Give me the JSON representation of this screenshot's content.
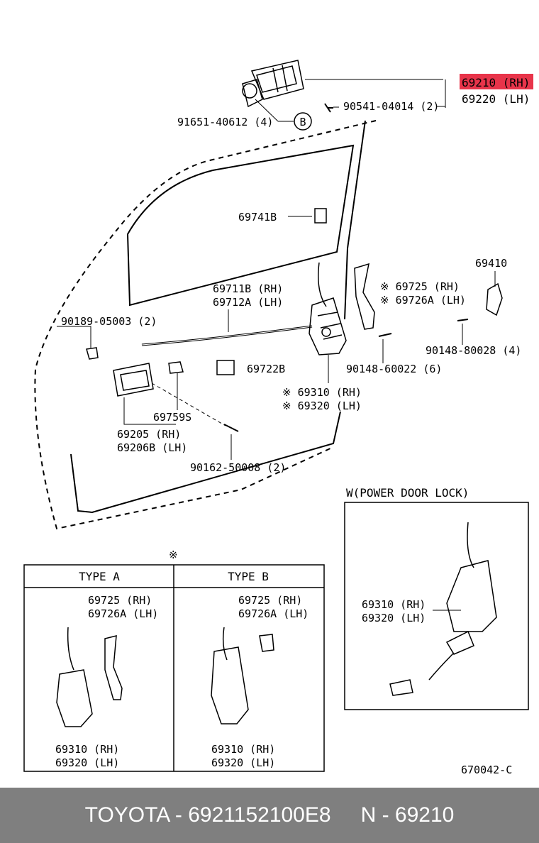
{
  "parts": {
    "handle_rh": "69210 (RH)",
    "handle_lh": "69220 (LH)",
    "bolt_90541": "90541-04014 (2)",
    "screw_91651": "91651-40612 (4)",
    "ref_b": "B",
    "clip_69741b": "69741B",
    "rod_rh": "69711B (RH)",
    "rod_lh": "69712A (LH)",
    "clip_90189": "90189-05003 (2)",
    "cover_69722b": "69722B",
    "clip_69759s": "69759S",
    "inside_handle_rh": "69205   (RH)",
    "inside_handle_lh": "69206B (LH)",
    "screw_90162": "90162-50008 (2)",
    "striker_69410": "69410",
    "guard_rh": "※ 69725   (RH)",
    "guard_lh": "※ 69726A (LH)",
    "screw_90148_80028": "90148-80028 (4)",
    "screw_90148_60022": "90148-60022 (6)",
    "lock_rh": "※ 69310 (RH)",
    "lock_lh": "※ 69320 (LH)"
  },
  "power_lock": {
    "title": "W(POWER DOOR LOCK)",
    "lock_rh": "69310 (RH)",
    "lock_lh": "69320 (LH)"
  },
  "types_table": {
    "note_mark": "※",
    "type_a": {
      "header": "TYPE  A",
      "guard_rh": "69725   (RH)",
      "guard_lh": "69726A (LH)",
      "lock_rh": "69310 (RH)",
      "lock_lh": "69320 (LH)"
    },
    "type_b": {
      "header": "TYPE  B",
      "guard_rh": "69725   (RH)",
      "guard_lh": "69726A (LH)",
      "lock_rh": "69310 (RH)",
      "lock_lh": "69320 (LH)"
    }
  },
  "diagram_code": "670042-C",
  "highlight_color": "#e8344a",
  "footer": {
    "brand_part": "TOYOTA - 6921152100E8",
    "ref": "N - 69210"
  }
}
